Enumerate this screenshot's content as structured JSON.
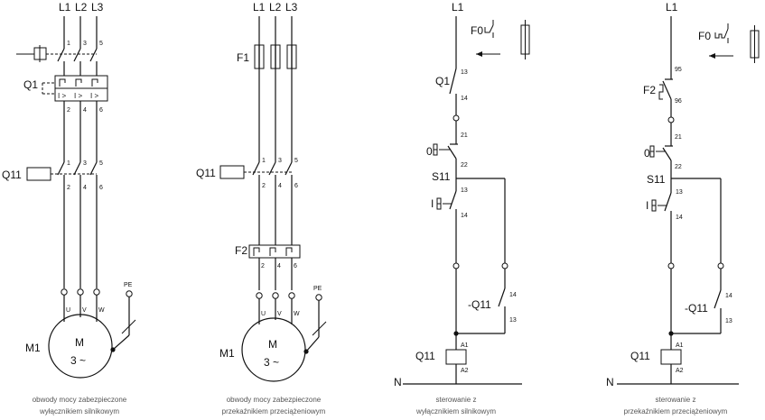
{
  "panel1": {
    "phase_labels": [
      "L1",
      "L2",
      "L3"
    ],
    "breaker_ref": "Q1",
    "breaker_terms_top": [
      "1",
      "3",
      "5"
    ],
    "breaker_terms_bottom": [
      "2",
      "4",
      "6"
    ],
    "trip_symbol": "I >",
    "contactor_ref": "Q11",
    "contactor_terms_top": [
      "1",
      "3",
      "5"
    ],
    "contactor_terms_bottom": [
      "2",
      "4",
      "6"
    ],
    "motor_terms": [
      "U",
      "V",
      "W"
    ],
    "pe_label": "PE",
    "motor_ref": "M1",
    "motor_letter": "M",
    "motor_phase": "3 ~",
    "caption_line1": "obwody mocy zabezpieczone",
    "caption_line2": "wyłącznikiem silnikowym"
  },
  "panel2": {
    "phase_labels": [
      "L1",
      "L2",
      "L3"
    ],
    "fuse_ref": "F1",
    "contactor_ref": "Q11",
    "contactor_terms_top": [
      "1",
      "3",
      "5"
    ],
    "contactor_terms_bottom": [
      "2",
      "4",
      "6"
    ],
    "overload_ref": "F2",
    "overload_terms": [
      "2",
      "4",
      "6"
    ],
    "motor_terms": [
      "U",
      "V",
      "W"
    ],
    "pe_label": "PE",
    "motor_ref": "M1",
    "motor_letter": "M",
    "motor_phase": "3 ~",
    "caption_line1": "obwody mocy zabezpieczone",
    "caption_line2": "przekaźnikiem przeciążeniowym"
  },
  "panel3": {
    "supply": "L1",
    "aux_ref": "F0",
    "breaker_ref": "Q1",
    "breaker_terms": [
      "13",
      "14"
    ],
    "stop_ref": "0",
    "stop_terms": [
      "21",
      "22"
    ],
    "start_block_ref": "S11",
    "start_ref": "I",
    "start_terms": [
      "13",
      "14"
    ],
    "hold_ref": "-Q11",
    "hold_terms": [
      "14",
      "13"
    ],
    "coil_ref": "Q11",
    "coil_terms": [
      "A1",
      "A2"
    ],
    "neutral": "N",
    "caption_line1": "sterowanie z",
    "caption_line2": "wyłącznikiem silnikowym"
  },
  "panel4": {
    "supply": "L1",
    "aux_ref": "F0",
    "overload_ref": "F2",
    "overload_terms": [
      "95",
      "96"
    ],
    "stop_ref": "0",
    "stop_terms": [
      "21",
      "22"
    ],
    "start_block_ref": "S11",
    "start_ref": "I",
    "start_terms": [
      "13",
      "14"
    ],
    "hold_ref": "-Q11",
    "hold_terms": [
      "14",
      "13"
    ],
    "coil_ref": "Q11",
    "coil_terms": [
      "A1",
      "A2"
    ],
    "neutral": "N",
    "caption_line1": "sterowanie z",
    "caption_line2": "przekaźnikiem przeciążeniowym"
  }
}
